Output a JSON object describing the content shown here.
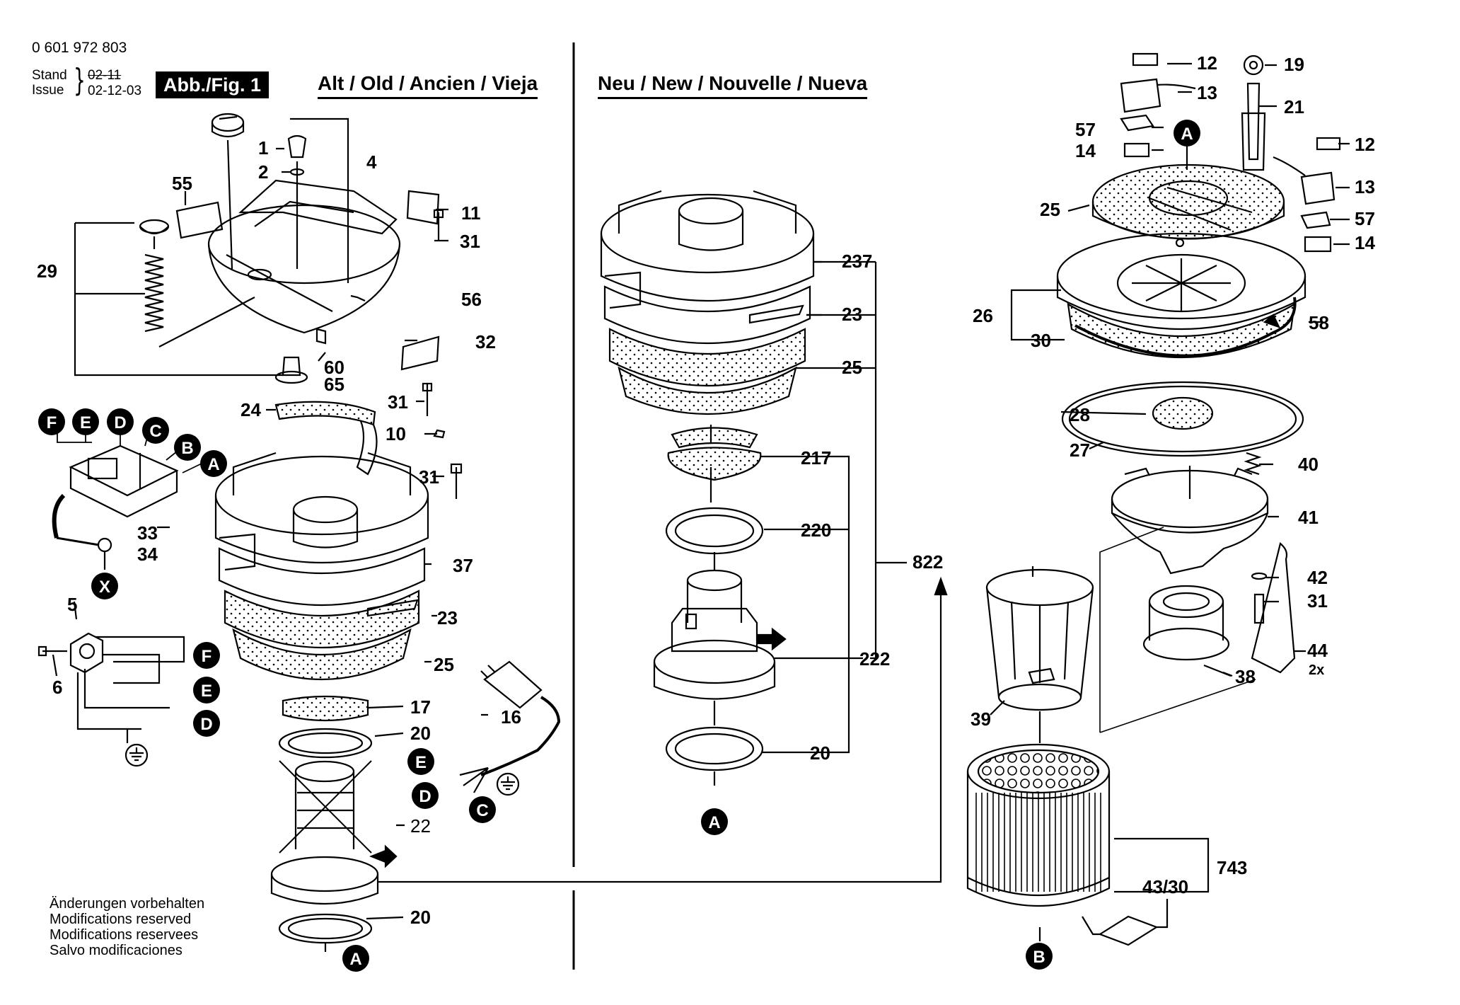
{
  "header": {
    "part_number": "0 601 972 803",
    "stand_label": "Stand",
    "issue_label": "Issue",
    "brace": "}",
    "date_old": "02-11",
    "date_new": "02-12-03",
    "figure_label": "Abb./Fig. 1"
  },
  "sections": {
    "old_title": "Alt / Old / Ancien / Vieja",
    "new_title": "Neu / New / Nouvelle / Nueva"
  },
  "disclaimer": [
    "Änderungen vorbehalten",
    "Modifications reserved",
    "Modifications reservees",
    "Salvo modificaciones"
  ],
  "callouts": {
    "old": [
      "1",
      "2",
      "4",
      "55",
      "11",
      "31",
      "29",
      "56",
      "32",
      "60",
      "65",
      "24",
      "31",
      "10",
      "31",
      "33",
      "34",
      "37",
      "5",
      "6",
      "23",
      "25",
      "17",
      "20",
      "16",
      "22",
      "20"
    ],
    "new_motor": [
      "237",
      "23",
      "25",
      "217",
      "220",
      "822",
      "222",
      "20"
    ],
    "new_tank": [
      "12",
      "19",
      "13",
      "21",
      "57",
      "14",
      "12",
      "13",
      "25",
      "57",
      "14",
      "26",
      "58",
      "30",
      "28",
      "27",
      "40",
      "41",
      "42",
      "31",
      "44",
      "2x",
      "38",
      "39",
      "743",
      "43/30"
    ]
  },
  "markers": {
    "letters": [
      "F",
      "E",
      "D",
      "C",
      "B",
      "A",
      "X",
      "A",
      "B"
    ]
  },
  "colors": {
    "ink": "#000000",
    "paper": "#ffffff"
  }
}
